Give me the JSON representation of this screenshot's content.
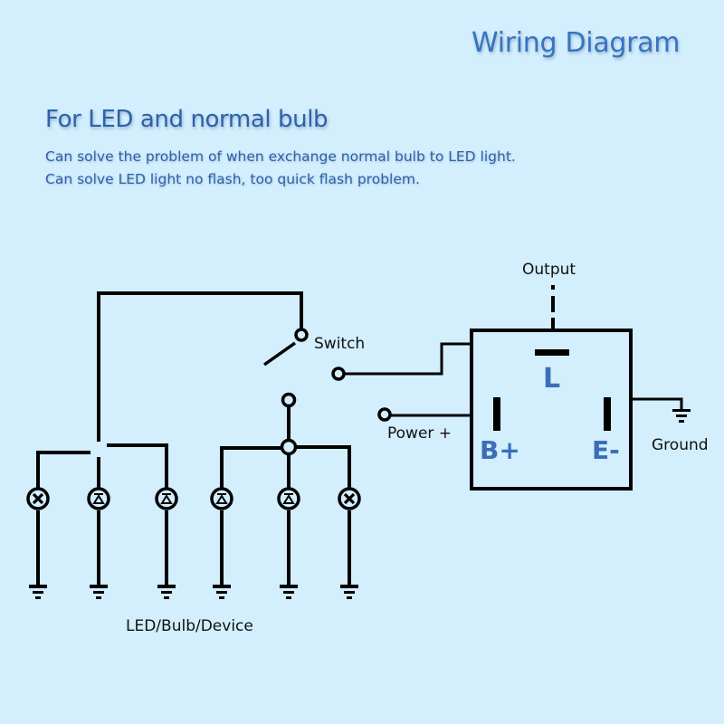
{
  "header": {
    "title": "Wiring Diagram",
    "subtitle": "For LED and normal bulb",
    "description": [
      "Can solve the problem of when exchange normal bulb to LED light.",
      "Can solve LED light no flash, too quick flash problem."
    ]
  },
  "diagram": {
    "labels": {
      "switch": "Switch",
      "output": "Output",
      "power": "Power +",
      "ground": "Ground",
      "loads": "LED/Bulb/Device"
    },
    "relay_pins": {
      "l": "L",
      "b_plus": "B+",
      "e_minus": "E-"
    },
    "left_group": [
      "bulb",
      "led",
      "led"
    ],
    "right_group": [
      "led",
      "led",
      "bulb"
    ],
    "colors": {
      "background": "#d3eefd",
      "heading": "#3674c1",
      "text_blue": "#2d62a8",
      "pin_label": "#3a6fb8",
      "wire": "#000000"
    }
  }
}
